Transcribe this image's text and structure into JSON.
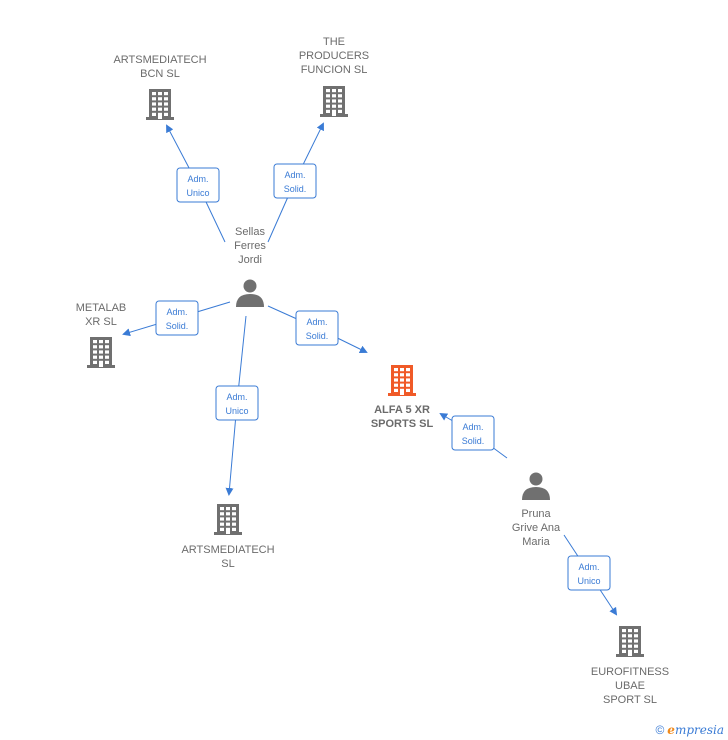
{
  "colors": {
    "company": "#707070",
    "focus_company": "#f05a28",
    "person": "#707070",
    "edge": "#3a7bd5",
    "label": "#6b6b6b"
  },
  "nodes": [
    {
      "id": "artsmediatech_bcn",
      "type": "company",
      "label": [
        "ARTSMEDIATECH",
        "BCN  SL"
      ]
    },
    {
      "id": "the_producers",
      "type": "company",
      "label": [
        "THE",
        "PRODUCERS",
        "FUNCION  SL"
      ]
    },
    {
      "id": "metalab",
      "type": "company",
      "label": [
        "METALAB",
        "XR  SL"
      ]
    },
    {
      "id": "artsmediatech_sl",
      "type": "company",
      "label": [
        "ARTSMEDIATECH",
        "SL"
      ]
    },
    {
      "id": "alfa5",
      "type": "focus",
      "label": [
        "ALFA 5 XR",
        "SPORTS  SL"
      ]
    },
    {
      "id": "eurofitness",
      "type": "company",
      "label": [
        "EUROFITNESS",
        "UBAE",
        "SPORT  SL"
      ]
    },
    {
      "id": "sellas",
      "type": "person",
      "label": [
        "Sellas",
        "Ferres",
        "Jordi"
      ]
    },
    {
      "id": "pruna",
      "type": "person",
      "label": [
        "Pruna",
        "Grive Ana",
        "Maria"
      ]
    }
  ],
  "edges": [
    {
      "from": "sellas",
      "to": "artsmediatech_bcn",
      "label": [
        "Adm.",
        "Unico"
      ]
    },
    {
      "from": "sellas",
      "to": "the_producers",
      "label": [
        "Adm.",
        "Solid."
      ]
    },
    {
      "from": "sellas",
      "to": "metalab",
      "label": [
        "Adm.",
        "Solid."
      ]
    },
    {
      "from": "sellas",
      "to": "artsmediatech_sl",
      "label": [
        "Adm.",
        "Unico"
      ]
    },
    {
      "from": "sellas",
      "to": "alfa5",
      "label": [
        "Adm.",
        "Solid."
      ]
    },
    {
      "from": "pruna",
      "to": "alfa5",
      "label": [
        "Adm.",
        "Solid."
      ]
    },
    {
      "from": "pruna",
      "to": "eurofitness",
      "label": [
        "Adm.",
        "Unico"
      ]
    }
  ],
  "footer": {
    "copyright": "©",
    "brand_initial": "e",
    "brand_rest": "mpresia"
  }
}
